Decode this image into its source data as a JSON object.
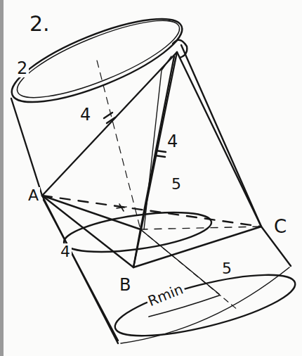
{
  "diagram": {
    "labels": [
      "2.",
      "2",
      "4",
      "4",
      "5",
      "A",
      "B",
      "C",
      "4",
      "5",
      "Rmin"
    ]
  }
}
